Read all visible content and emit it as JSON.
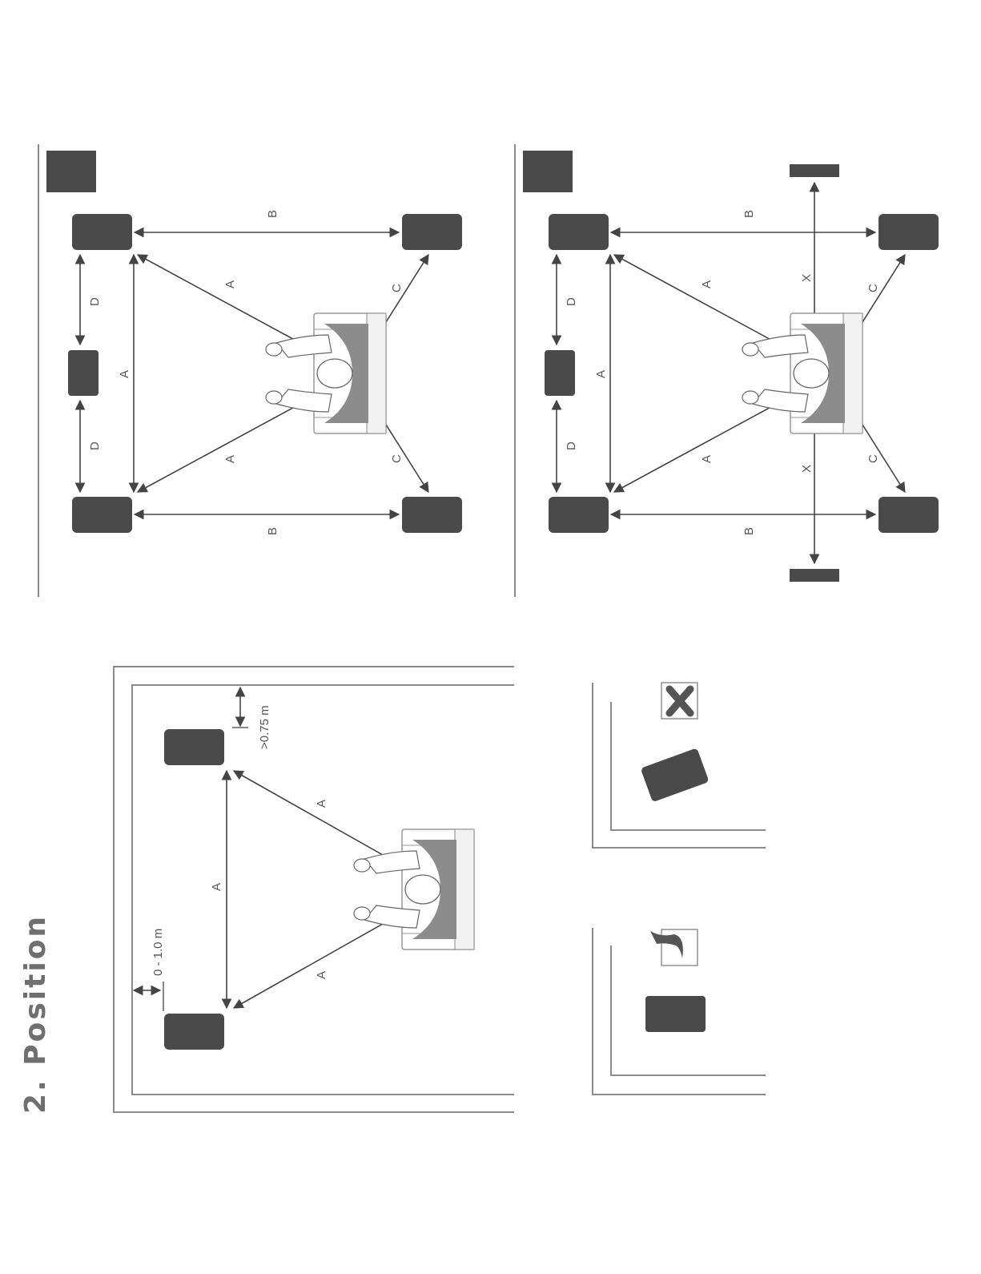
{
  "title": "2. Position",
  "stereo": {
    "dim_labels": {
      "front_wall": "0 - 1.0 m",
      "side_wall": ">0.75 m",
      "a_left": "A",
      "a_right": "A",
      "a_between": "A"
    }
  },
  "surround_51": {
    "labels": {
      "a1": "A",
      "a2": "A",
      "a3": "A",
      "b1": "B",
      "b2": "B",
      "c1": "C",
      "c2": "C",
      "d1": "D",
      "d2": "D"
    }
  },
  "surround_71": {
    "labels": {
      "a1": "A",
      "a2": "A",
      "a3": "A",
      "b1": "B",
      "b2": "B",
      "c1": "C",
      "c2": "C",
      "d1": "D",
      "d2": "D",
      "x1": "X",
      "x2": "X"
    }
  },
  "placement_examples": {
    "correct": {
      "icon": "check-mark-icon"
    },
    "incorrect": {
      "icon": "cross-mark-icon"
    }
  },
  "colors": {
    "speaker": "#4a4a4a",
    "wall": "#8a8a8a",
    "person_shirt": "#8c8c8c",
    "title": "#6f6f6f"
  }
}
